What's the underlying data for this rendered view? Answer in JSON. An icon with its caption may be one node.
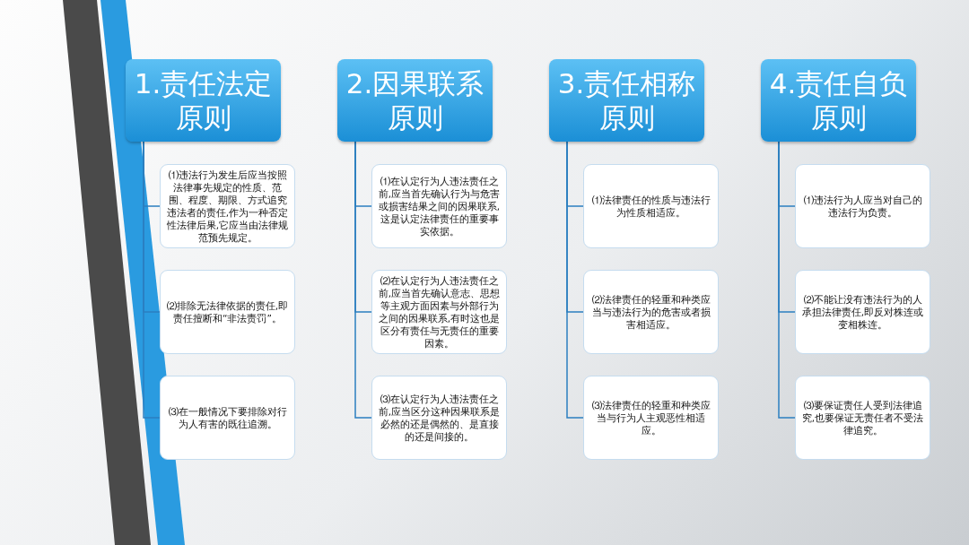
{
  "diagram": {
    "nodes": [
      {
        "text": [
          "1.责任法定原则"
        ]
      },
      {
        "text": [
          "⑴违法行为发生后应当按照法律事先规定的性质、范围、程度、期限、方式追究违法者的责任,作为一种否定性法律后果,它应当由法律规范预先规定。"
        ]
      },
      {
        "text": [
          "⑵排除无法律依据的责任,即责任擅断和“非法责罚”。"
        ]
      },
      {
        "text": [
          "⑶在一般情况下要排除对行为人有害的既往追溯。"
        ]
      },
      {
        "text": [
          "2.因果联系原则"
        ]
      },
      {
        "text": [
          "⑴在认定行为人违法责任之前,应当首先确认行为与危害或损害结果之间的因果联系,这是认定法律责任的重要事实依据。"
        ]
      },
      {
        "text": [
          "⑵在认定行为人违法责任之前,应当首先确认意志、思想等主观方面因素与外部行为之间的因果联系,有时这也是区分有责任与无责任的重要因素。"
        ]
      },
      {
        "text": [
          "⑶在认定行为人违法责任之前,应当区分这种因果联系是必然的还是偶然的、是直接的还是间接的。"
        ]
      },
      {
        "text": [
          "3.责任相称原则"
        ]
      },
      {
        "text": [
          "⑴法律责任的性质与违法行为性质相适应。"
        ]
      },
      {
        "text": [
          "⑵法律责任的轻重和种类应当与违法行为的危害或者损害相适应。"
        ]
      },
      {
        "text": [
          "⑶法律责任的轻重和种类应当与行为人主观恶性相适应。"
        ]
      },
      {
        "text": [
          "4.责任自负原则"
        ]
      },
      {
        "text": [
          "⑴违法行为人应当对自己的违法行为负责。"
        ]
      },
      {
        "text": [
          "⑵不能让没有违法行为的人承担法律责任,即反对株连或变相株连。"
        ]
      },
      {
        "text": [
          "⑶要保证责任人受到法律追究,也要保证无责任者不受法律追究。"
        ]
      }
    ],
    "edges": [
      {
        "from": 0,
        "to": 1,
        "arrow": "none"
      },
      {
        "from": 0,
        "to": 2,
        "arrow": "none"
      },
      {
        "from": 0,
        "to": 3,
        "arrow": "none"
      },
      {
        "from": 4,
        "to": 5,
        "arrow": "none"
      },
      {
        "from": 4,
        "to": 6,
        "arrow": "none"
      },
      {
        "from": 4,
        "to": 7,
        "arrow": "none"
      },
      {
        "from": 8,
        "to": 9,
        "arrow": "none"
      },
      {
        "from": 8,
        "to": 10,
        "arrow": "none"
      },
      {
        "from": 8,
        "to": 11,
        "arrow": "none"
      },
      {
        "from": 12,
        "to": 13,
        "arrow": "none"
      },
      {
        "from": 12,
        "to": 14,
        "arrow": "none"
      },
      {
        "from": 12,
        "to": 15,
        "arrow": "none"
      }
    ]
  }
}
